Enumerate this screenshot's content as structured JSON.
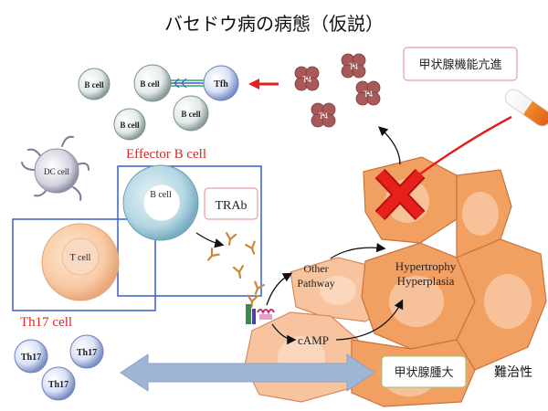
{
  "title": "バセドウ病の病態（仮説）",
  "cells": {
    "b_cell": "B cell",
    "tfh": "Tfh",
    "t_cell": "T cell",
    "dc_cell": "DC cell",
    "th17": "Th17",
    "t4": "T4"
  },
  "labels": {
    "effector_b_cell": "Effector B cell",
    "th17_cell": "Th17 cell",
    "trab": "TRAb",
    "other_pathway_1": "Other",
    "other_pathway_2": "Pathway",
    "camp": "cAMP",
    "hypertrophy": "Hypertrophy",
    "hyperplasia": "Hyperplasia",
    "hyperthyroidism": "甲状腺機能亢進",
    "goiter": "甲状腺腫大",
    "refractory": "難治性"
  },
  "colors": {
    "thyroid_fill": "#f2a062",
    "thyroid_stroke": "#c8733a",
    "thyroid_nucleus": "#f7c19a",
    "box_stroke": "#3a5fc8",
    "red": "#e02020",
    "t4_fill": "#a85a5a",
    "bidirectional_arrow": "#9fb5d6"
  }
}
